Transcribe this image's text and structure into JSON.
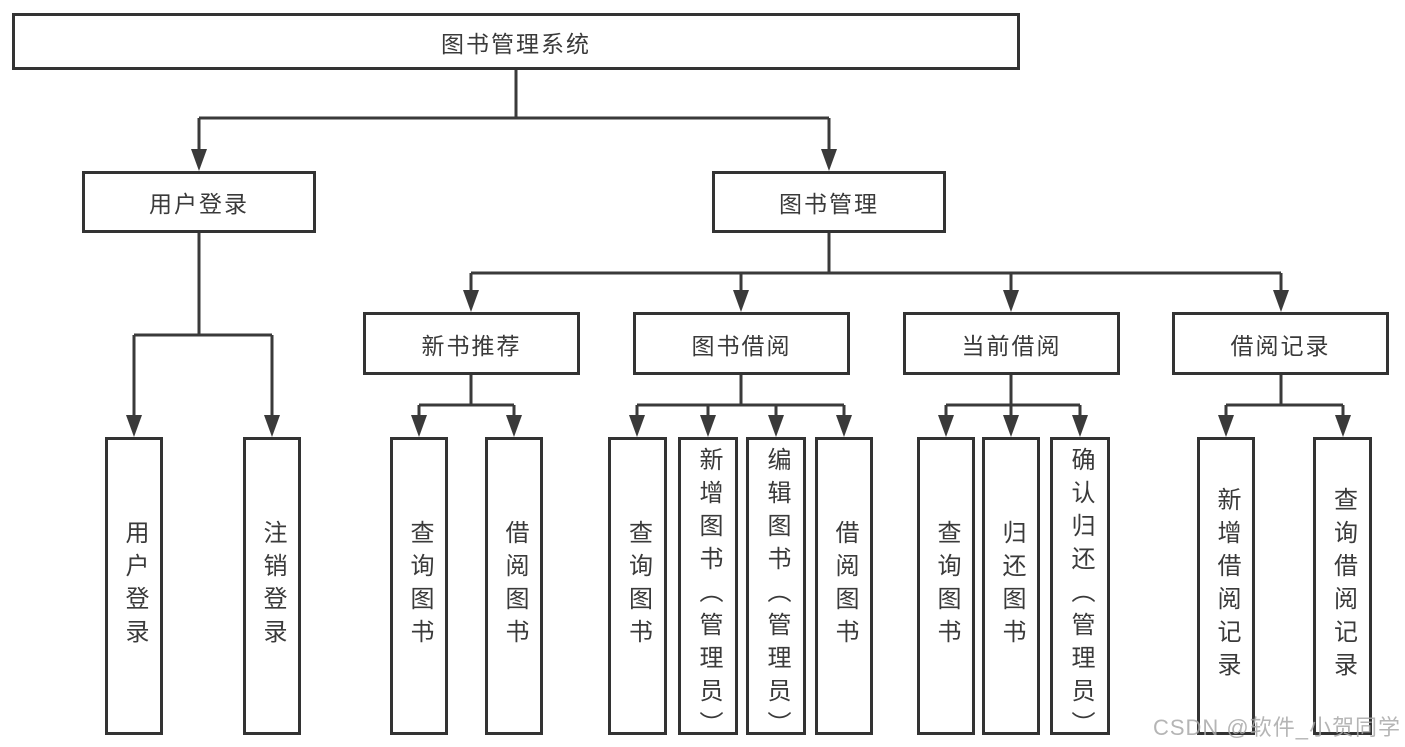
{
  "diagram": {
    "type": "hierarchy",
    "title": "图书管理系统",
    "nodes": {
      "root": "图书管理系统",
      "level2": [
        "用户登录",
        "图书管理"
      ],
      "level3": [
        "新书推荐",
        "图书借阅",
        "当前借阅",
        "借阅记录"
      ],
      "level4": [
        [
          "用户登录",
          "注销登录"
        ],
        [
          "查询图书",
          "借阅图书"
        ],
        [
          "查询图书",
          "新增图书（管理员）",
          "编辑图书（管理员）",
          "借阅图书"
        ],
        [
          "查询图书",
          "归还图书",
          "确认归还（管理员）"
        ],
        [
          "新增借阅记录",
          "查询借阅记录"
        ]
      ]
    },
    "edges": [
      {
        "from": "图书管理系统",
        "to": "用户登录"
      },
      {
        "from": "图书管理系统",
        "to": "图书管理"
      },
      {
        "from": "用户登录",
        "to": "用户登录"
      },
      {
        "from": "用户登录",
        "to": "注销登录"
      },
      {
        "from": "图书管理",
        "to": "新书推荐"
      },
      {
        "from": "图书管理",
        "to": "图书借阅"
      },
      {
        "from": "图书管理",
        "to": "当前借阅"
      },
      {
        "from": "图书管理",
        "to": "借阅记录"
      },
      {
        "from": "新书推荐",
        "to": "查询图书"
      },
      {
        "from": "新书推荐",
        "to": "借阅图书"
      },
      {
        "from": "图书借阅",
        "to": "查询图书"
      },
      {
        "from": "图书借阅",
        "to": "新增图书（管理员）"
      },
      {
        "from": "图书借阅",
        "to": "编辑图书（管理员）"
      },
      {
        "from": "图书借阅",
        "to": "借阅图书"
      },
      {
        "from": "当前借阅",
        "to": "查询图书"
      },
      {
        "from": "当前借阅",
        "to": "归还图书"
      },
      {
        "from": "当前借阅",
        "to": "确认归还（管理员）"
      },
      {
        "from": "借阅记录",
        "to": "新增借阅记录"
      },
      {
        "from": "借阅记录",
        "to": "查询借阅记录"
      }
    ],
    "colors": {
      "line": "#3a3a3a",
      "box_border": "#333333",
      "box_background": "#ffffff",
      "text": "#3a3a3a",
      "watermark": "#a8a8a8",
      "page_background": "#ffffff"
    }
  },
  "watermark": {
    "text": "CSDN @软件_小贺同学"
  }
}
